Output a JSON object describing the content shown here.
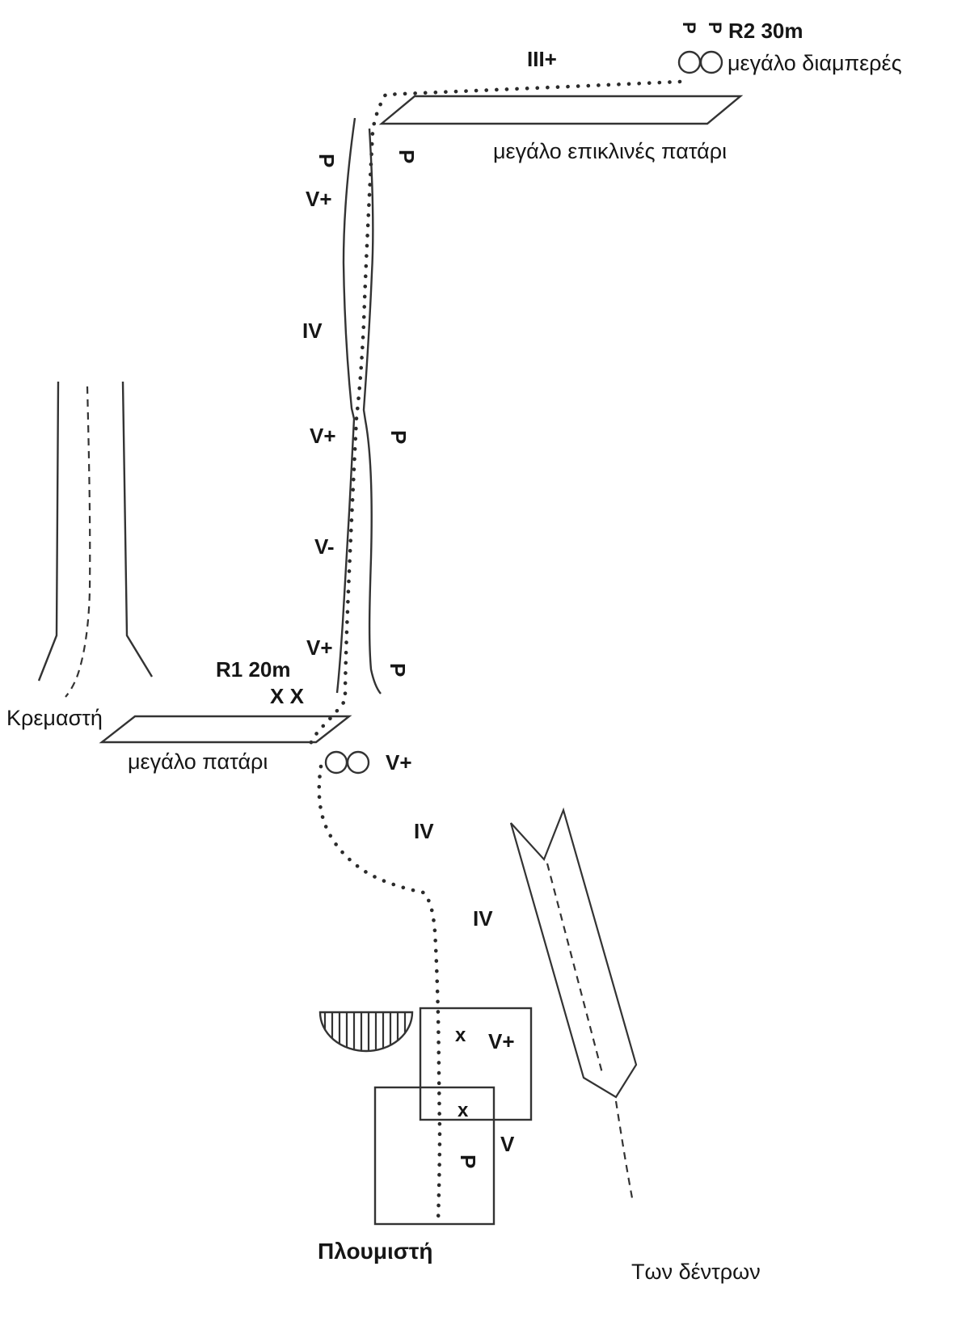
{
  "colors": {
    "background": "#ffffff",
    "ink": "#333333",
    "text": "#161616"
  },
  "labels": {
    "r2": "R2 30m",
    "r2_note": "μεγάλο  διαμπερές",
    "iii_plus": "III+",
    "upper_ledge": "μεγάλο επικλινές πατάρι",
    "p": "P",
    "v_plus": "V+",
    "iv": "IV",
    "v_minus": "V-",
    "v": "V",
    "r1": "R1 20m",
    "xx": "X X",
    "lower_ledge": "μεγάλο πατάρι",
    "x": "x",
    "kremasti": "Κρεμαστή",
    "ploumisti": "Πλουμιστή",
    "ton_dentron": "Των δέντρων"
  }
}
